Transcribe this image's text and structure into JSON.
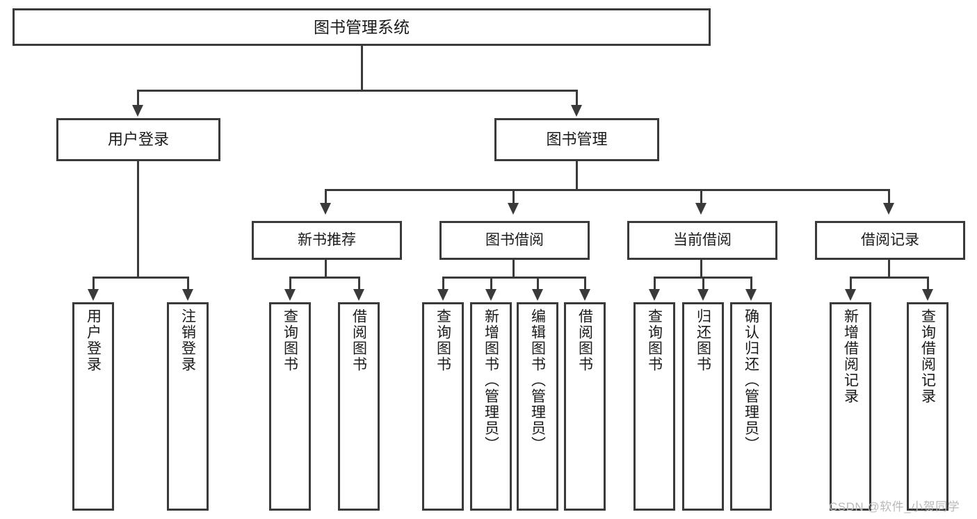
{
  "diagram": {
    "title": "图书管理系统",
    "type": "tree-hierarchy-diagram",
    "colors": {
      "stroke": "#3a3a3a",
      "fill": "#ffffff",
      "text": "#1a1a1a",
      "watermark": "#b9b9b9"
    },
    "root": {
      "label": "图书管理系统"
    },
    "level2": [
      {
        "label": "用户登录"
      },
      {
        "label": "图书管理"
      }
    ],
    "level3": [
      {
        "label": "新书推荐"
      },
      {
        "label": "图书借阅"
      },
      {
        "label": "当前借阅"
      },
      {
        "label": "借阅记录"
      }
    ],
    "leaves": {
      "user_login": [
        {
          "label": "用户登录"
        },
        {
          "label": "注销登录"
        }
      ],
      "new_book_recommend": [
        {
          "label": "查询图书"
        },
        {
          "label": "借阅图书"
        }
      ],
      "book_borrow": [
        {
          "label": "查询图书"
        },
        {
          "label": "新增图书（管理员）"
        },
        {
          "label": "编辑图书（管理员）"
        },
        {
          "label": "借阅图书"
        }
      ],
      "current_borrow": [
        {
          "label": "查询图书"
        },
        {
          "label": "归还图书"
        },
        {
          "label": "确认归还（管理员）"
        }
      ],
      "borrow_record": [
        {
          "label": "新增借阅记录"
        },
        {
          "label": "查询借阅记录"
        }
      ]
    }
  },
  "watermark": {
    "text": "CSDN @软件_小贺同学"
  }
}
